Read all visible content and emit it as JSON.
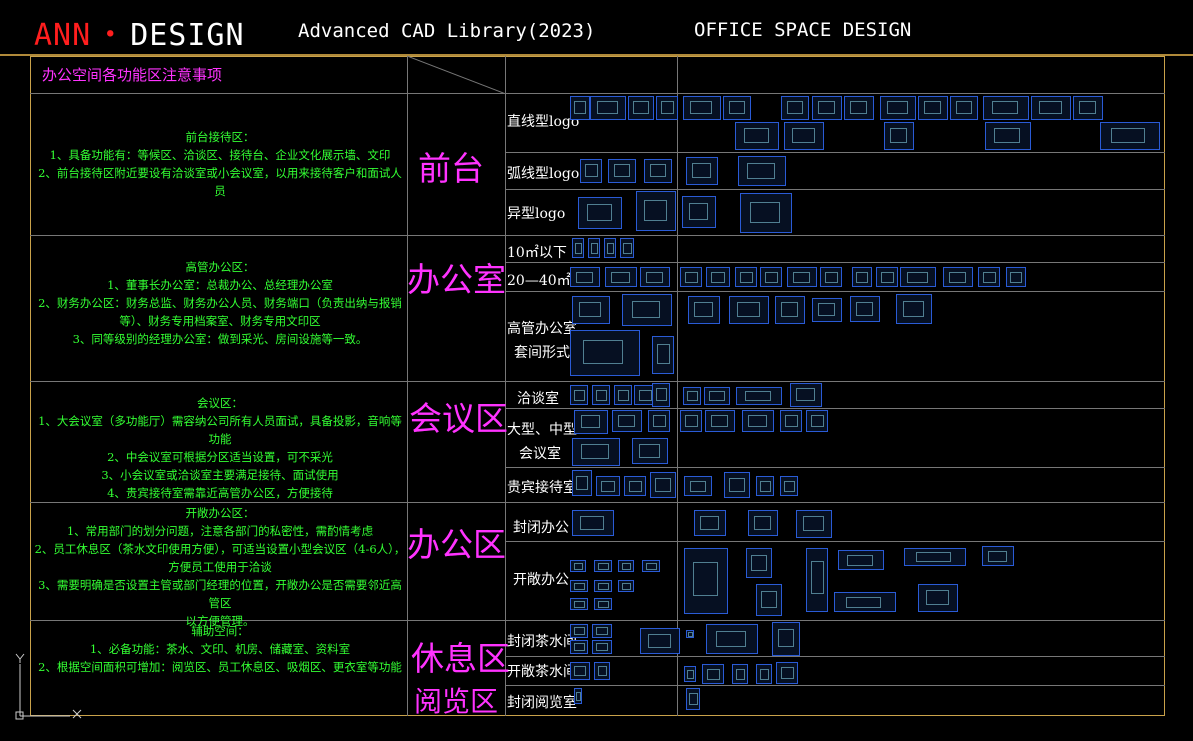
{
  "header": {
    "brand_ann": "ANN",
    "brand_dot": "・",
    "brand_design": "DESIGN",
    "subtitle": "Advanced CAD Library(2023)",
    "right_title": "OFFICE SPACE DESIGN"
  },
  "notes_title": "办公空间各功能区注意事项",
  "notes": [
    {
      "lines": [
        "前台接待区：",
        "1、具备功能有：等候区、洽谈区、接待台、企业文化展示墙、文印",
        "2、前台接待区附近要设有洽谈室或小会议室，以用来接待客户和面试人员"
      ]
    },
    {
      "lines": [
        "高管办公区：",
        "1、董事长办公室：总裁办公、总经理办公室",
        "2、财务办公区：财务总监、财务办公人员、财务端口（负责出纳与报销",
        "等）、财务专用档案室、财务专用文印区",
        "3、同等级别的经理办公室：做到采光、房间设施等一致。"
      ]
    },
    {
      "lines": [
        "会议区：",
        "1、大会议室（多功能厅）需容纳公司所有人员面试，具备投影，音响等功能",
        "2、中会议室可根据分区适当设置，可不采光",
        "3、小会议室或洽谈室主要满足接待、面试使用",
        "4、贵宾接待室需靠近高管办公区，方便接待"
      ]
    },
    {
      "lines": [
        "开敞办公区：",
        "1、常用部门的划分问题，注意各部门的私密性，需酌情考虑",
        "2、员工休息区（茶水文印使用方便），可适当设置小型会议区（4-6人），",
        "方便员工使用于洽谈",
        "3、需要明确是否设置主管或部门经理的位置，开敞办公是否需要邻近高管区",
        "以方便管理。"
      ]
    },
    {
      "lines": [
        "辅助空间：",
        "1、必备功能：茶水、文印、机房、储藏室、资料室",
        "2、根据空间面积可增加：阅览区、员工休息区、吸烟区、更衣室等功能"
      ]
    }
  ],
  "zones": [
    "前台",
    "办公室",
    "会议区",
    "办公区",
    "休息区",
    "阅览区"
  ],
  "row_labels": {
    "r1": "直线型logo",
    "r2": "弧线型logo",
    "r3": "异型logo",
    "r4": "10㎡以下",
    "r5": "20—40㎡",
    "r6a": "高管办公室",
    "r6b": "套间形式",
    "r7": "洽谈室",
    "r8a": "大型、中型",
    "r8b": "会议室",
    "r9": "贵宾接待室",
    "r10": "封闭办公",
    "r11": "开敞办公",
    "r12": "封闭茶水间",
    "r13": "开敞茶水间",
    "r14": "封闭阅览室"
  },
  "colors": {
    "zone": "#ff33ff",
    "note": "#33ff33",
    "brand_red": "#ff1e1e",
    "frame": "#c9a24a"
  }
}
